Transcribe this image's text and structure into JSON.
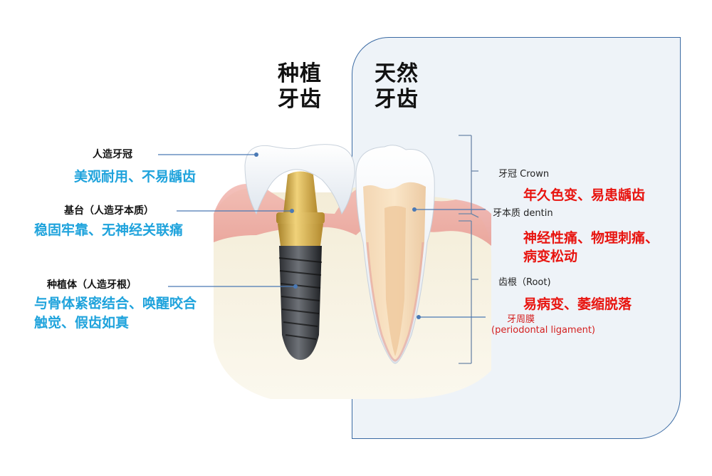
{
  "titles": {
    "implant_line1": "种植",
    "implant_line2": "牙齿",
    "natural_line1": "天然",
    "natural_line2": "牙齿"
  },
  "implant_labels": {
    "crown": "人造牙冠",
    "crown_benefit": "美观耐用、不易龋齿",
    "abutment": "基台（人造牙本质）",
    "abutment_benefit": "稳固牢靠、无神经关联痛",
    "fixture": "种植体（人造牙根）",
    "fixture_benefit_1": "与骨体紧密结合、唤醒咬合",
    "fixture_benefit_2": "触觉、假齿如真"
  },
  "natural_labels": {
    "crown": "牙冠 Crown",
    "crown_issue": "年久色变、易患龋齿",
    "dentin": "牙本质  dentin",
    "dentin_issue_1": "神经性痛、物理刺痛、",
    "dentin_issue_2": "病变松动",
    "root": "齿根（Root)",
    "root_issue": "易病变、萎缩脱落",
    "ligament_cn": "牙周膜",
    "ligament_en": "(periodontal ligament)"
  },
  "colors": {
    "benefit_text": "#1fa3dc",
    "issue_text": "#e8140f",
    "panel_border": "#3a6aa3",
    "panel_fill": "#eef3f8"
  }
}
